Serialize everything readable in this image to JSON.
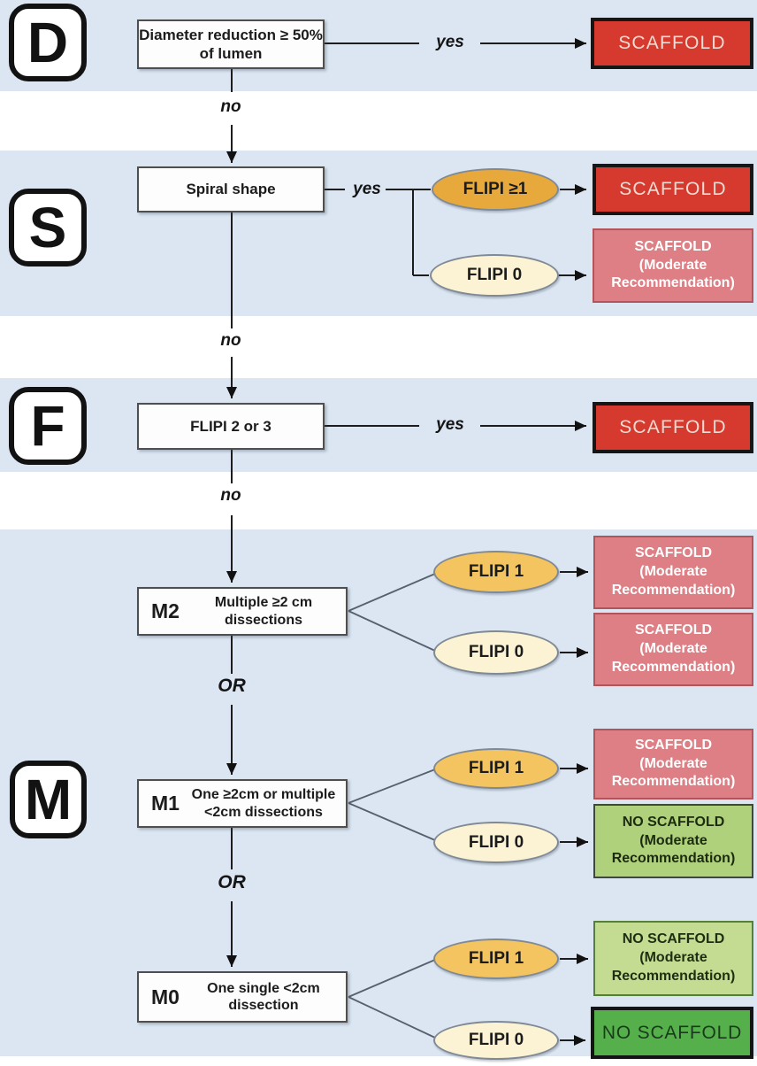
{
  "letters": {
    "d": "D",
    "s": "S",
    "f": "F",
    "m": "M"
  },
  "boxes": {
    "diameter": {
      "line1": "Diameter reduction",
      "line2": "≥ 50% of lumen"
    },
    "spiral": {
      "line1": "Spiral shape"
    },
    "flipi23": {
      "line1": "FLIPI 2 or 3"
    },
    "m2": {
      "tag": "M2",
      "line1": "Multiple ≥2 cm",
      "line2": "dissections"
    },
    "m1": {
      "tag": "M1",
      "line1": "One ≥2cm or multiple",
      "line2": "<2cm dissections"
    },
    "m0": {
      "tag": "M0",
      "line1": "One single <2cm",
      "line2": "dissection"
    }
  },
  "ellipses": {
    "s_ge1": "FLIPI ≥1",
    "s_0": "FLIPI 0",
    "m2_1": "FLIPI 1",
    "m2_0": "FLIPI 0",
    "m1_1": "FLIPI 1",
    "m1_0": "FLIPI 0",
    "m0_1": "FLIPI 1",
    "m0_0": "FLIPI 0"
  },
  "results": {
    "d_yes": {
      "line1": "SCAFFOLD"
    },
    "s_ge1": {
      "line1": "SCAFFOLD"
    },
    "s_0": {
      "line1": "SCAFFOLD",
      "line2": "(Moderate",
      "line3": "Recommendation)"
    },
    "f_yes": {
      "line1": "SCAFFOLD"
    },
    "m2_1": {
      "line1": "SCAFFOLD",
      "line2": "(Moderate",
      "line3": "Recommendation)"
    },
    "m2_0": {
      "line1": "SCAFFOLD",
      "line2": "(Moderate",
      "line3": "Recommendation)"
    },
    "m1_1": {
      "line1": "SCAFFOLD",
      "line2": "(Moderate",
      "line3": "Recommendation)"
    },
    "m1_0": {
      "line1": "NO SCAFFOLD",
      "line2": "(Moderate",
      "line3": "Recommendation)"
    },
    "m0_1": {
      "line1": "NO SCAFFOLD",
      "line2": "(Moderate",
      "line3": "Recommendation)"
    },
    "m0_0": {
      "line1": "NO SCAFFOLD"
    }
  },
  "edge_labels": {
    "yes_d": "yes",
    "no_d": "no",
    "yes_s": "yes",
    "no_s": "no",
    "yes_f": "yes",
    "no_f": "no",
    "or_1": "OR",
    "or_2": "OR"
  },
  "colors": {
    "band_blue": "#dbe6f2",
    "scaffold_red": "#d6392d",
    "scaffold_pink": "#dd7f84",
    "no_scaffold_green": "#55af4b",
    "no_scaffold_mid_green": "#b0d17c",
    "no_scaffold_light_green": "#c3dc92",
    "flipi_gold_dark": "#e8a93c",
    "flipi_gold": "#f3c45f",
    "flipi_cream": "#fbf3d3"
  }
}
